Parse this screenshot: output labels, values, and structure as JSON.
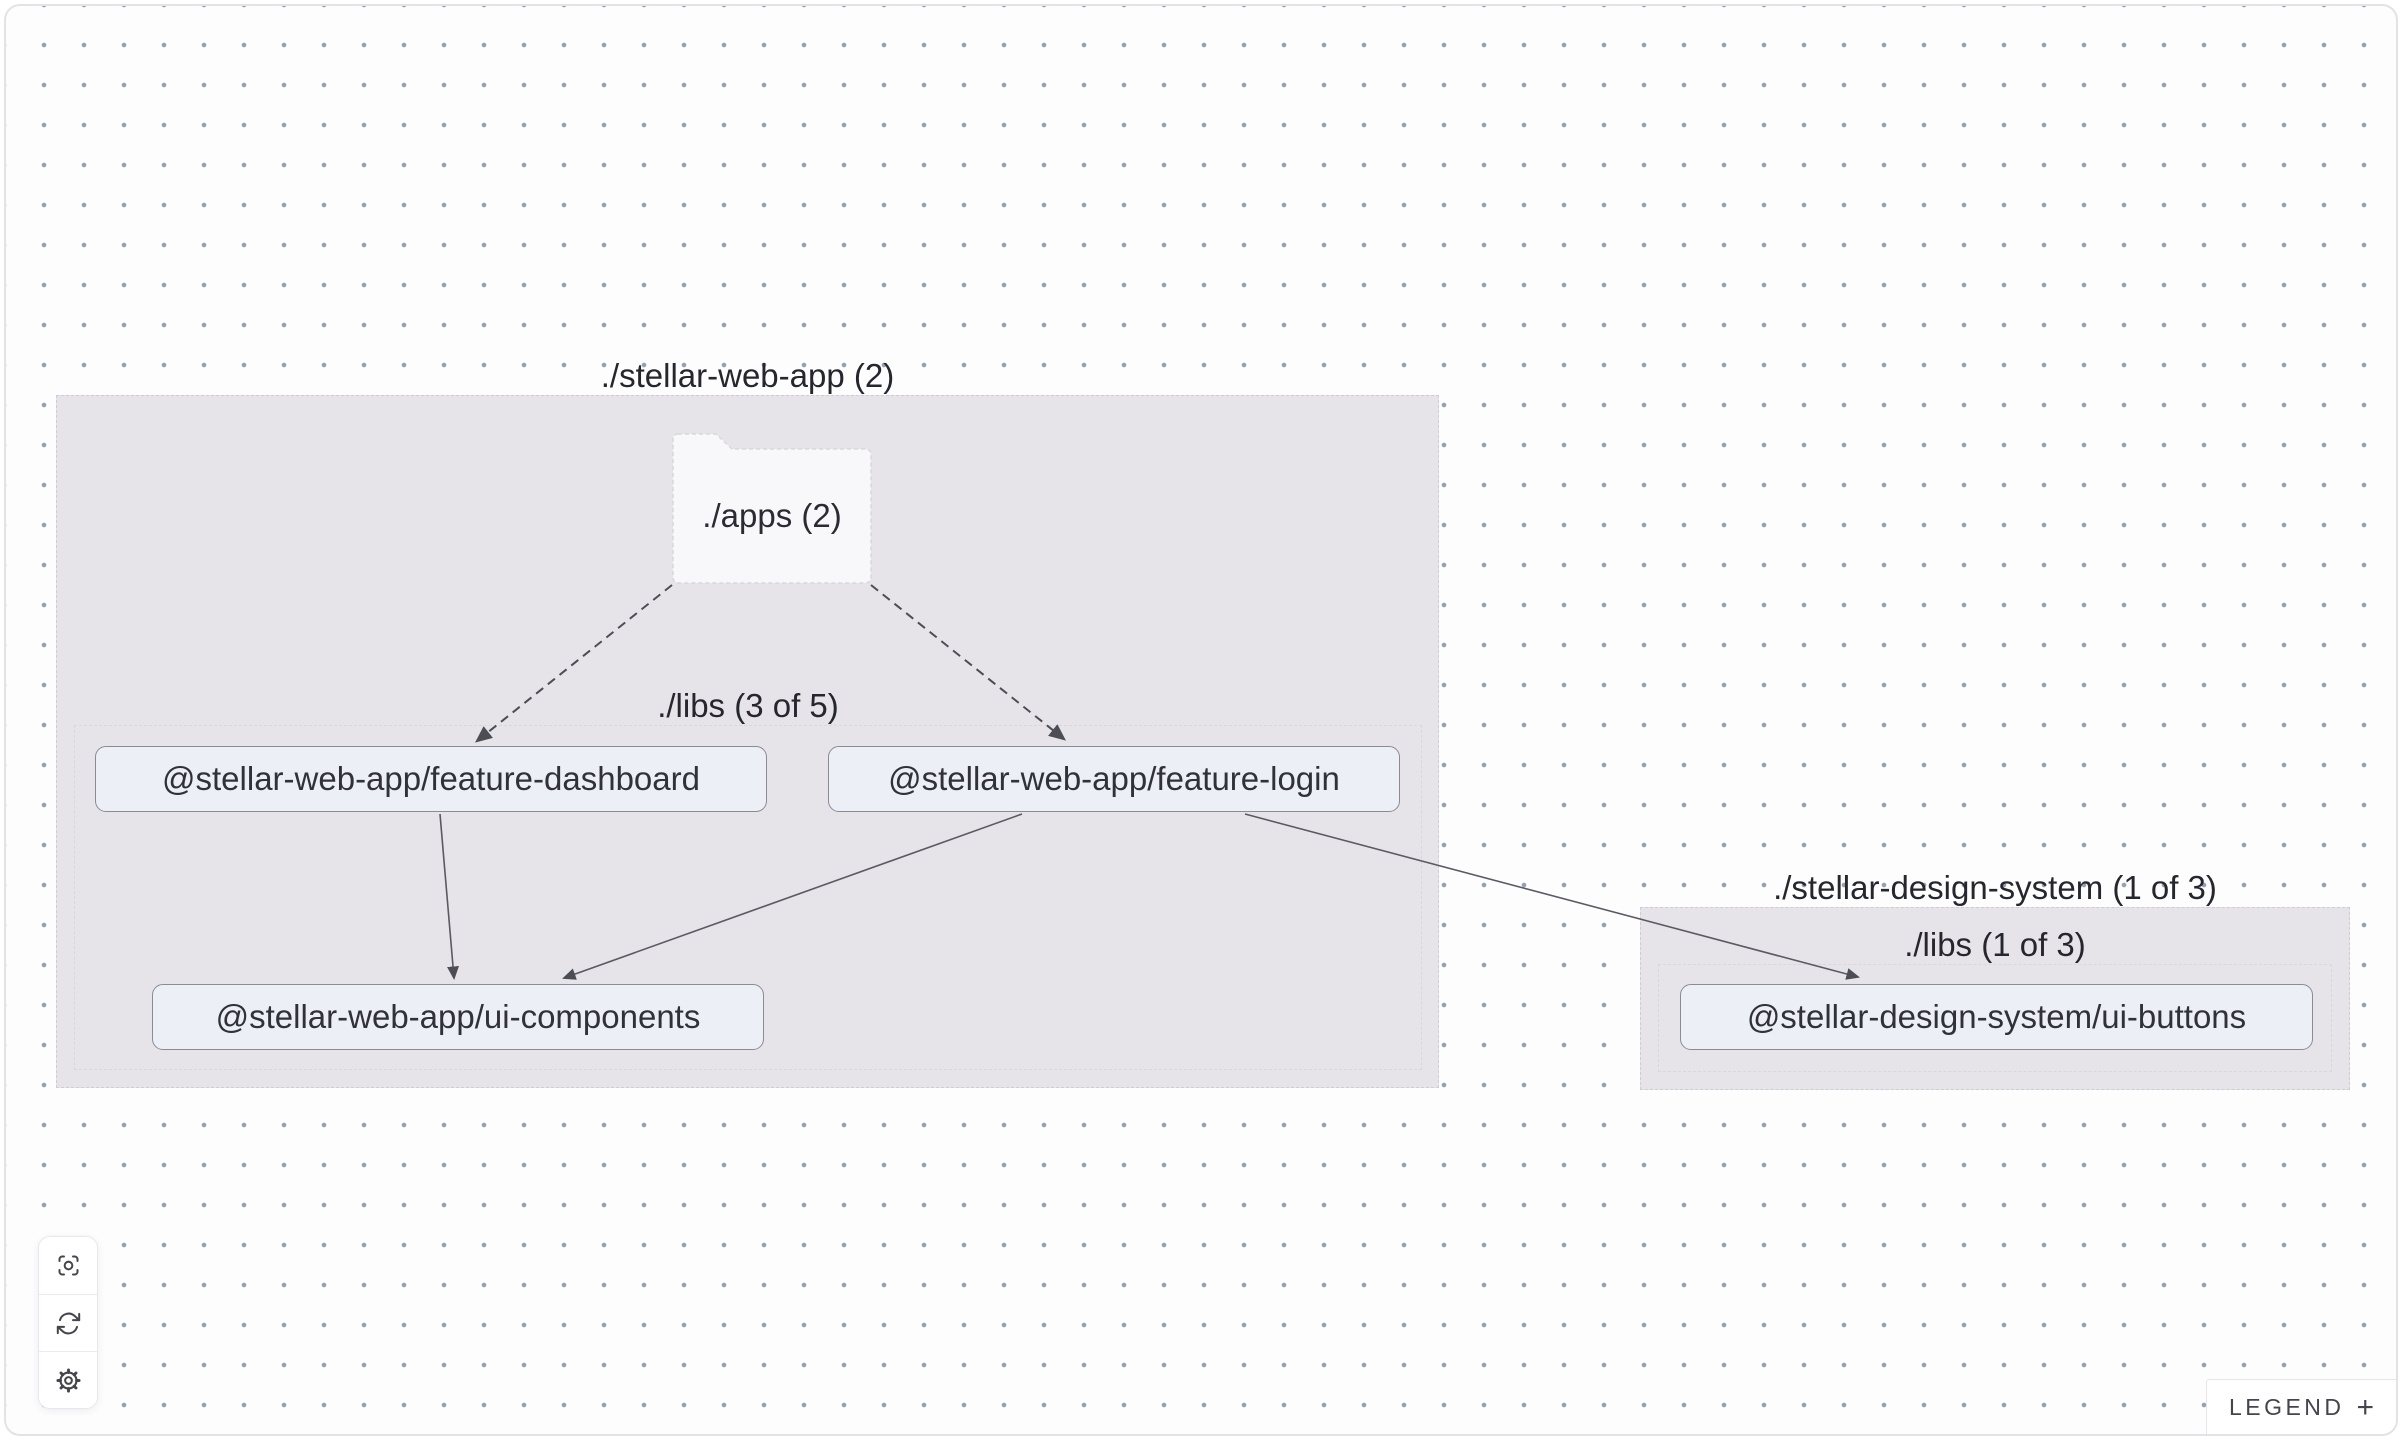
{
  "diagram": {
    "groups": [
      {
        "title": "./stellar-web-app (2)",
        "libs_label": "./libs (3 of 5)"
      },
      {
        "title": "./stellar-design-system (1 of 3)",
        "libs_label": "./libs (1 of 3)"
      }
    ],
    "folder": {
      "label": "./apps (2)"
    },
    "nodes": [
      {
        "label": "@stellar-web-app/feature-dashboard"
      },
      {
        "label": "@stellar-web-app/feature-login"
      },
      {
        "label": "@stellar-web-app/ui-components"
      },
      {
        "label": "@stellar-design-system/ui-buttons"
      }
    ],
    "edges": [
      {
        "from": "./apps (2)",
        "to": "@stellar-web-app/feature-dashboard",
        "style": "dashed"
      },
      {
        "from": "./apps (2)",
        "to": "@stellar-web-app/feature-login",
        "style": "dashed"
      },
      {
        "from": "@stellar-web-app/feature-dashboard",
        "to": "@stellar-web-app/ui-components",
        "style": "solid"
      },
      {
        "from": "@stellar-web-app/feature-login",
        "to": "@stellar-web-app/ui-components",
        "style": "solid"
      },
      {
        "from": "@stellar-web-app/feature-login",
        "to": "@stellar-design-system/ui-buttons",
        "style": "solid"
      }
    ]
  },
  "controls": {
    "buttons": [
      {
        "icon": "focus-icon"
      },
      {
        "icon": "refresh-icon"
      },
      {
        "icon": "settings-icon"
      }
    ]
  },
  "legend": {
    "label": "LEGEND",
    "expand_icon": "+"
  },
  "colors": {
    "canvas_bg": "#fdfdfe",
    "dot": "#95a1b3",
    "group_fill": "#e6e4e9",
    "group_border": "#cfccd5",
    "folder_fill": "#f8f7fa",
    "node_fill": "#edeff6",
    "node_border": "#8b8b96",
    "edge": "#4d4d56",
    "text": "#26262e"
  }
}
